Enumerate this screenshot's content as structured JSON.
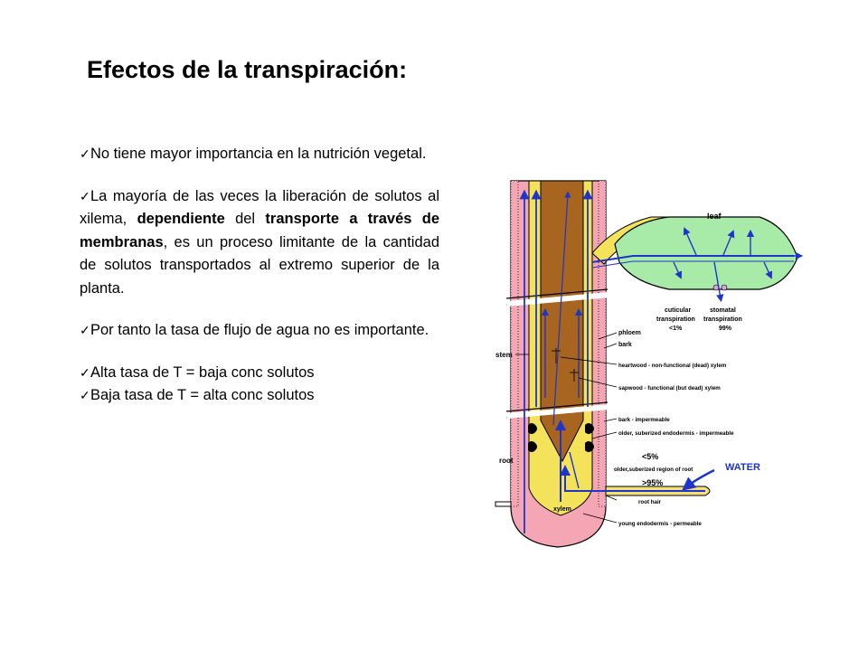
{
  "title": "Efectos de la transpiración:",
  "bullet_icon": "checkmark-icon",
  "bullets": [
    {
      "text": "No tiene mayor importancia en la nutrición vegetal."
    },
    {
      "pre": "La mayoría de las veces la liberación de solutos al xilema, ",
      "bold1": "dependiente",
      "mid": " del ",
      "bold2": "transporte a través de membranas",
      "post": ", es un proceso limitante de la cantidad de solutos transportados al extremo superior de la planta."
    },
    {
      "text": "Por tanto la tasa de flujo de agua no es importante."
    },
    {
      "text": "Alta tasa de T = baja conc solutos"
    },
    {
      "text": "Baja tasa de T = alta conc solutos"
    }
  ],
  "diagram": {
    "labels": {
      "leaf": "leaf",
      "cuticular1": "cuticular",
      "cuticular2": "transpiration",
      "cuticular3": "<1%",
      "stomatal1": "stomatal",
      "stomatal2": "transpiration",
      "stomatal3": "99%",
      "phloem": "phloem",
      "bark1": "bark",
      "stem": "stem",
      "heartwood": "heartwood - non-functional (dead) xylem",
      "sapwood": "sapwood - functional (but dead) xylem",
      "bark2": "bark - impermeable",
      "endodermis_old": "older, suberized endodermis - impermeable",
      "lt5": "<5%",
      "root": "root",
      "suberized_root": "older,suberized region of root",
      "water": "WATER",
      "gt95": ">95%",
      "root_hair": "root hair",
      "xylem": "xylem",
      "young_endo": "young endodermis - permeable"
    },
    "colors": {
      "cortex": "#f4a6b4",
      "xylem": "#f3e25a",
      "heartwood": "#a8651f",
      "leaf": "#a8eba8",
      "root_hair": "#f3e07a",
      "arrow": "#1f35c8",
      "water_text": "#1f35c8"
    }
  }
}
